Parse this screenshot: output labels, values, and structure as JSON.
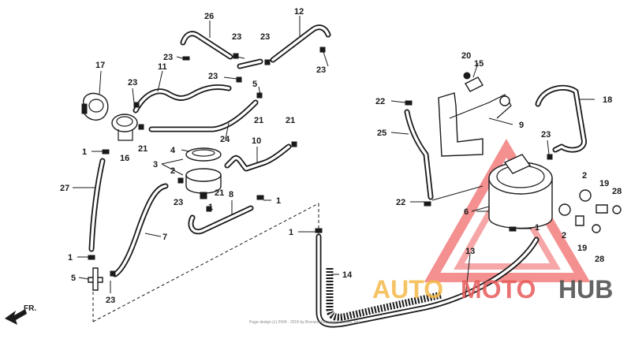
{
  "diagram": {
    "watermark": {
      "part1": "AUTO",
      "part2": "MOTO",
      "part3": "HUB"
    },
    "copyright": "Page design (c) 2004 - 2016 by Bronson Network Services, Inc.",
    "direction_label": "FR.",
    "colors": {
      "ink": "#1a1a1a",
      "watermark_red": "#e85a5a",
      "watermark_orange": "#f5b94a",
      "watermark_gray": "#4a4a4a"
    },
    "callouts": [
      {
        "id": "c26",
        "text": "26"
      },
      {
        "id": "c12",
        "text": "12"
      },
      {
        "id": "c23a",
        "text": "23"
      },
      {
        "id": "c23b",
        "text": "23"
      },
      {
        "id": "c23c",
        "text": "23"
      },
      {
        "id": "c23d",
        "text": "23"
      },
      {
        "id": "c23e",
        "text": "23"
      },
      {
        "id": "c17",
        "text": "17"
      },
      {
        "id": "c11",
        "text": "11"
      },
      {
        "id": "c5a",
        "text": "5"
      },
      {
        "id": "c23f",
        "text": "23"
      },
      {
        "id": "c21a",
        "text": "21"
      },
      {
        "id": "c21b",
        "text": "21"
      },
      {
        "id": "c21c",
        "text": "21"
      },
      {
        "id": "c24",
        "text": "24"
      },
      {
        "id": "c10",
        "text": "10"
      },
      {
        "id": "c1a",
        "text": "1"
      },
      {
        "id": "c16",
        "text": "16"
      },
      {
        "id": "c4",
        "text": "4"
      },
      {
        "id": "c3",
        "text": "3"
      },
      {
        "id": "c2a",
        "text": "2"
      },
      {
        "id": "c27",
        "text": "27"
      },
      {
        "id": "c23g",
        "text": "23"
      },
      {
        "id": "c1b",
        "text": "1"
      },
      {
        "id": "c21d",
        "text": "21"
      },
      {
        "id": "c8",
        "text": "8"
      },
      {
        "id": "c1c",
        "text": "1"
      },
      {
        "id": "c7",
        "text": "7"
      },
      {
        "id": "c1d",
        "text": "1"
      },
      {
        "id": "c1e",
        "text": "1"
      },
      {
        "id": "c5b",
        "text": "5"
      },
      {
        "id": "c23h",
        "text": "23"
      },
      {
        "id": "c14",
        "text": "14"
      },
      {
        "id": "c20",
        "text": "20"
      },
      {
        "id": "c15",
        "text": "15"
      },
      {
        "id": "c18",
        "text": "18"
      },
      {
        "id": "c22a",
        "text": "22"
      },
      {
        "id": "c25",
        "text": "25"
      },
      {
        "id": "c9",
        "text": "9"
      },
      {
        "id": "c23i",
        "text": "23"
      },
      {
        "id": "c2b",
        "text": "2"
      },
      {
        "id": "c19a",
        "text": "19"
      },
      {
        "id": "c28a",
        "text": "28"
      },
      {
        "id": "c22b",
        "text": "22"
      },
      {
        "id": "c6",
        "text": "6"
      },
      {
        "id": "c1f",
        "text": "1"
      },
      {
        "id": "c2c",
        "text": "2"
      },
      {
        "id": "c19b",
        "text": "19"
      },
      {
        "id": "c28b",
        "text": "28"
      },
      {
        "id": "c13",
        "text": "13"
      }
    ]
  }
}
